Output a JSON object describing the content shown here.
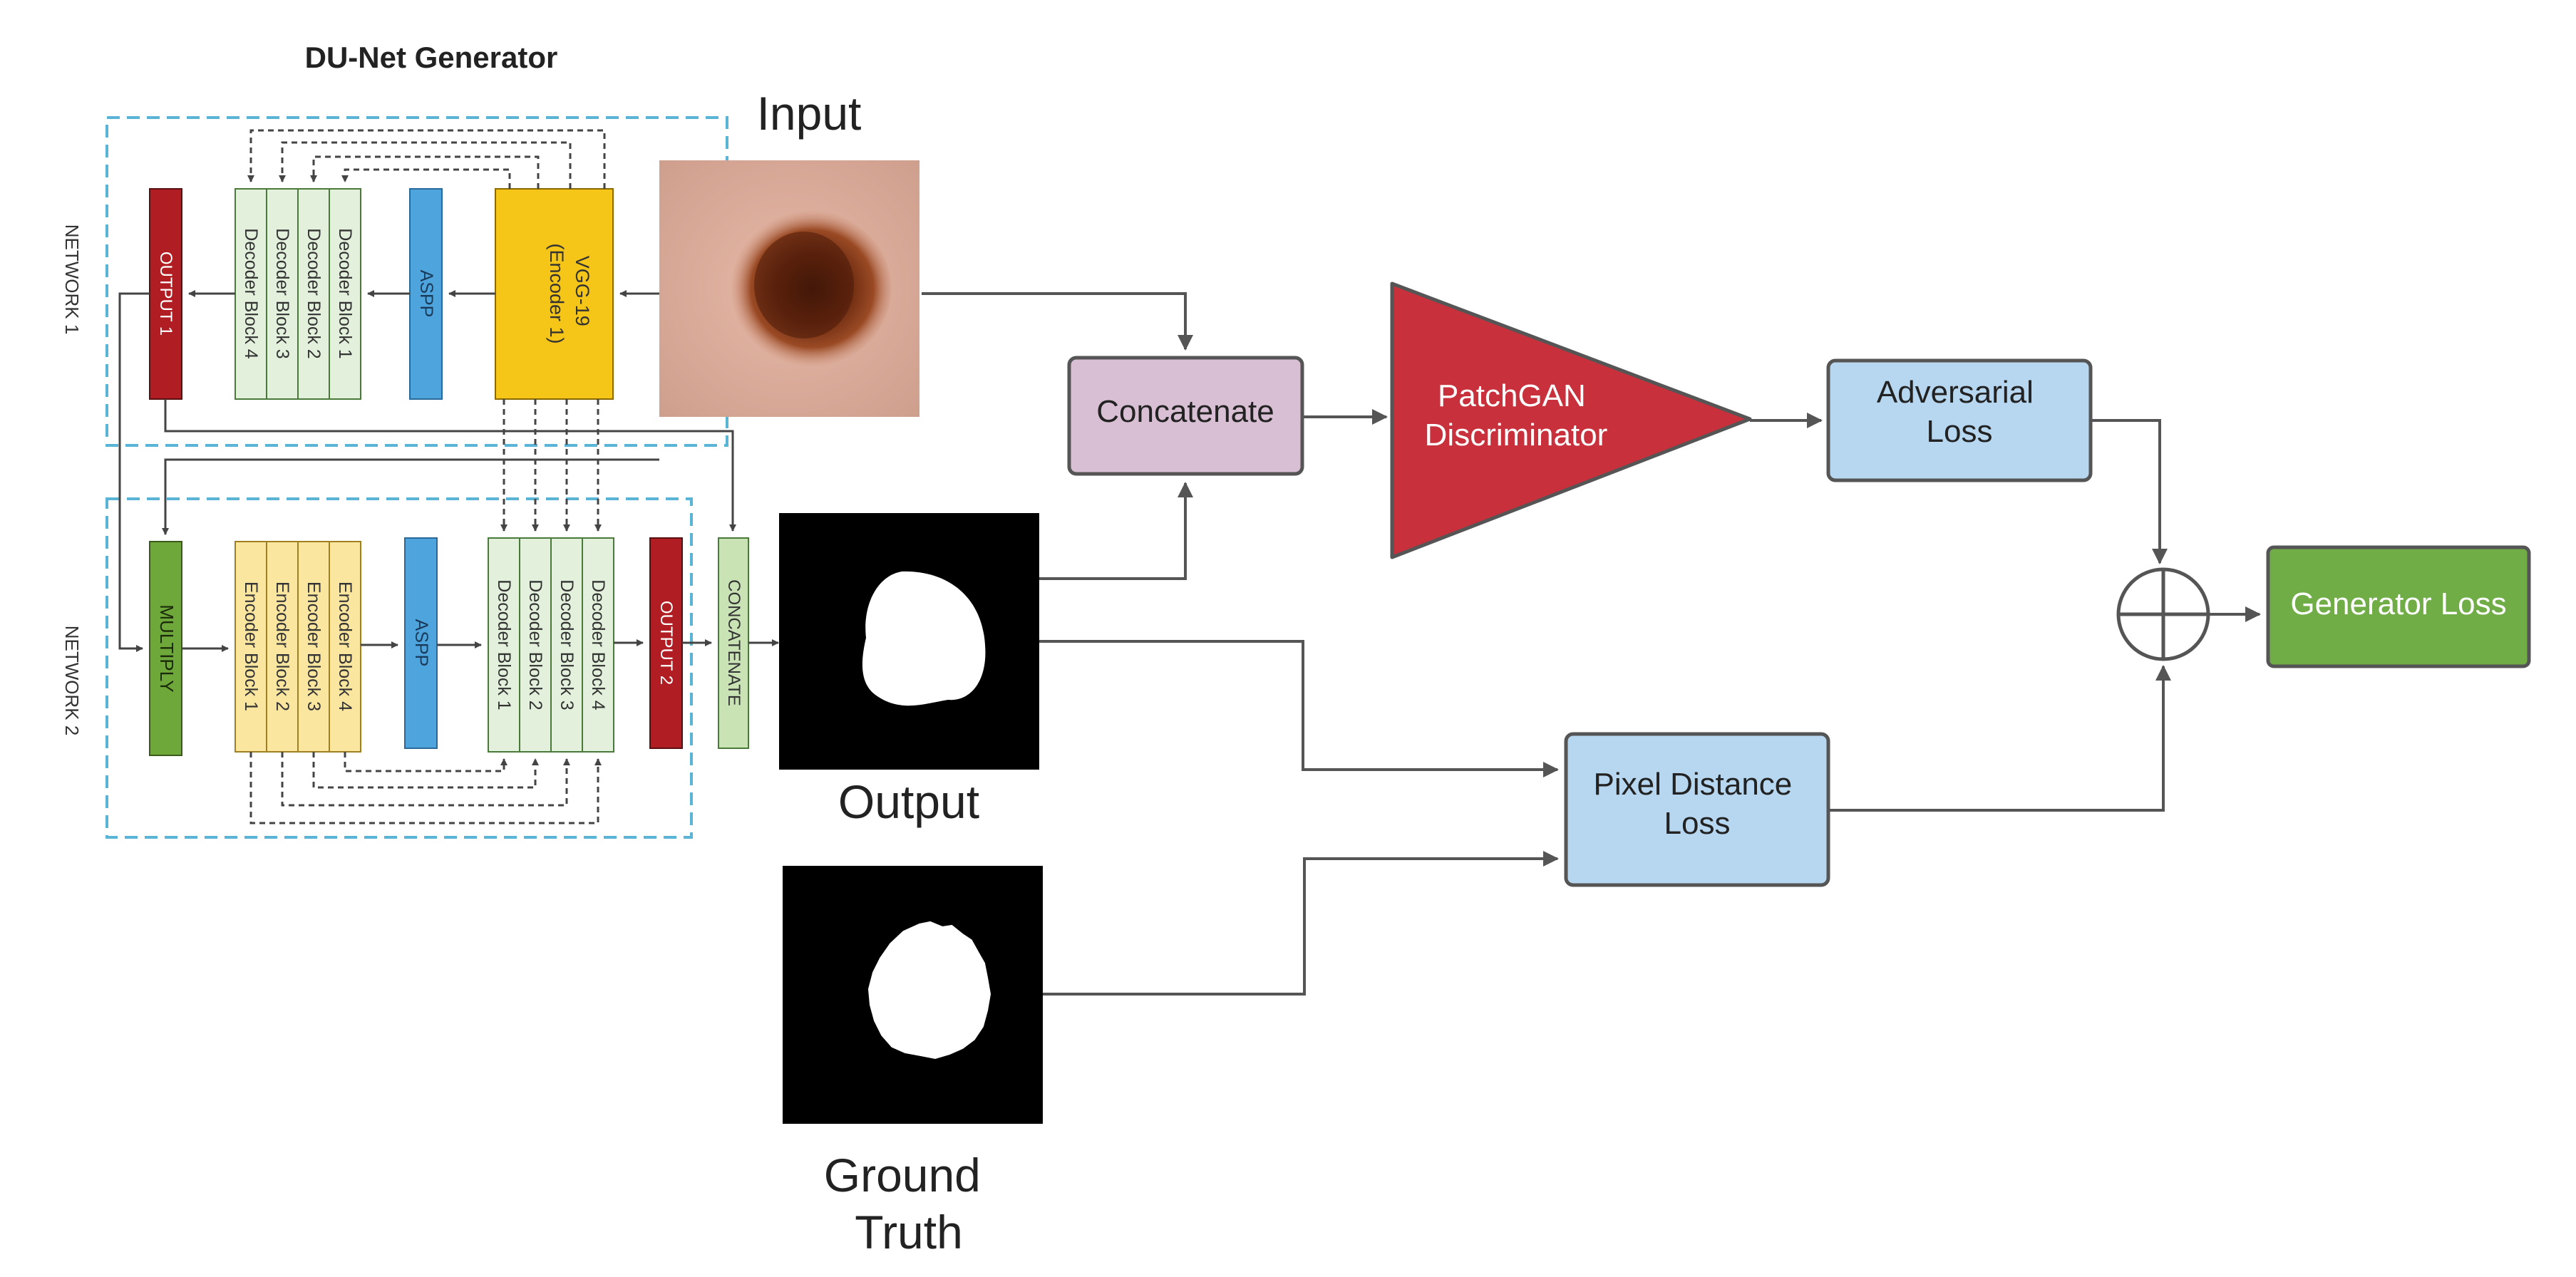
{
  "title": "DU-Net Generator",
  "network1": {
    "label": "NETWORK 1",
    "encoder": "VGG-19\n(Encoder 1)",
    "aspp": "ASPP",
    "decoders": [
      "Decoder Block 1",
      "Decoder Block 2",
      "Decoder Block 3",
      "Decoder Block 4"
    ],
    "output": "OUTPUT 1"
  },
  "network2": {
    "label": "NETWORK 2",
    "multiply": "MULTIPLY",
    "encoders": [
      "Encoder Block 1",
      "Encoder Block 2",
      "Encoder Block 3",
      "Encoder Block 4"
    ],
    "aspp": "ASPP",
    "decoders": [
      "Decoder Block 1",
      "Decoder Block 2",
      "Decoder Block 3",
      "Decoder Block 4"
    ],
    "output": "OUTPUT 2",
    "concatenate": "CONCATENATE"
  },
  "images": {
    "input": "Input",
    "output": "Output",
    "ground_truth": "Ground\nTruth"
  },
  "nodes": {
    "concatenate": "Concatenate",
    "discriminator": "PatchGAN\nDiscriminator",
    "adversarial_loss": "Adversarial\nLoss",
    "pixel_loss": "Pixel Distance\nLoss",
    "generator_loss": "Generator Loss"
  },
  "colors": {
    "dashed_frame": "#5ab4d6",
    "output_red": "#b01e23",
    "vgg_yellow": "#f5c518",
    "aspp_blue": "#4ea5dd",
    "decoder_green": "#e3f1dc",
    "encoder_yellow": "#fbe6a0",
    "multiply_green": "#6ea83a",
    "concat_green": "#c9e3b5",
    "concatenate_pink": "#d9bfd4",
    "discriminator_red": "#c8303c",
    "loss_blue": "#b6d7ef",
    "generator_green": "#70ad47"
  }
}
